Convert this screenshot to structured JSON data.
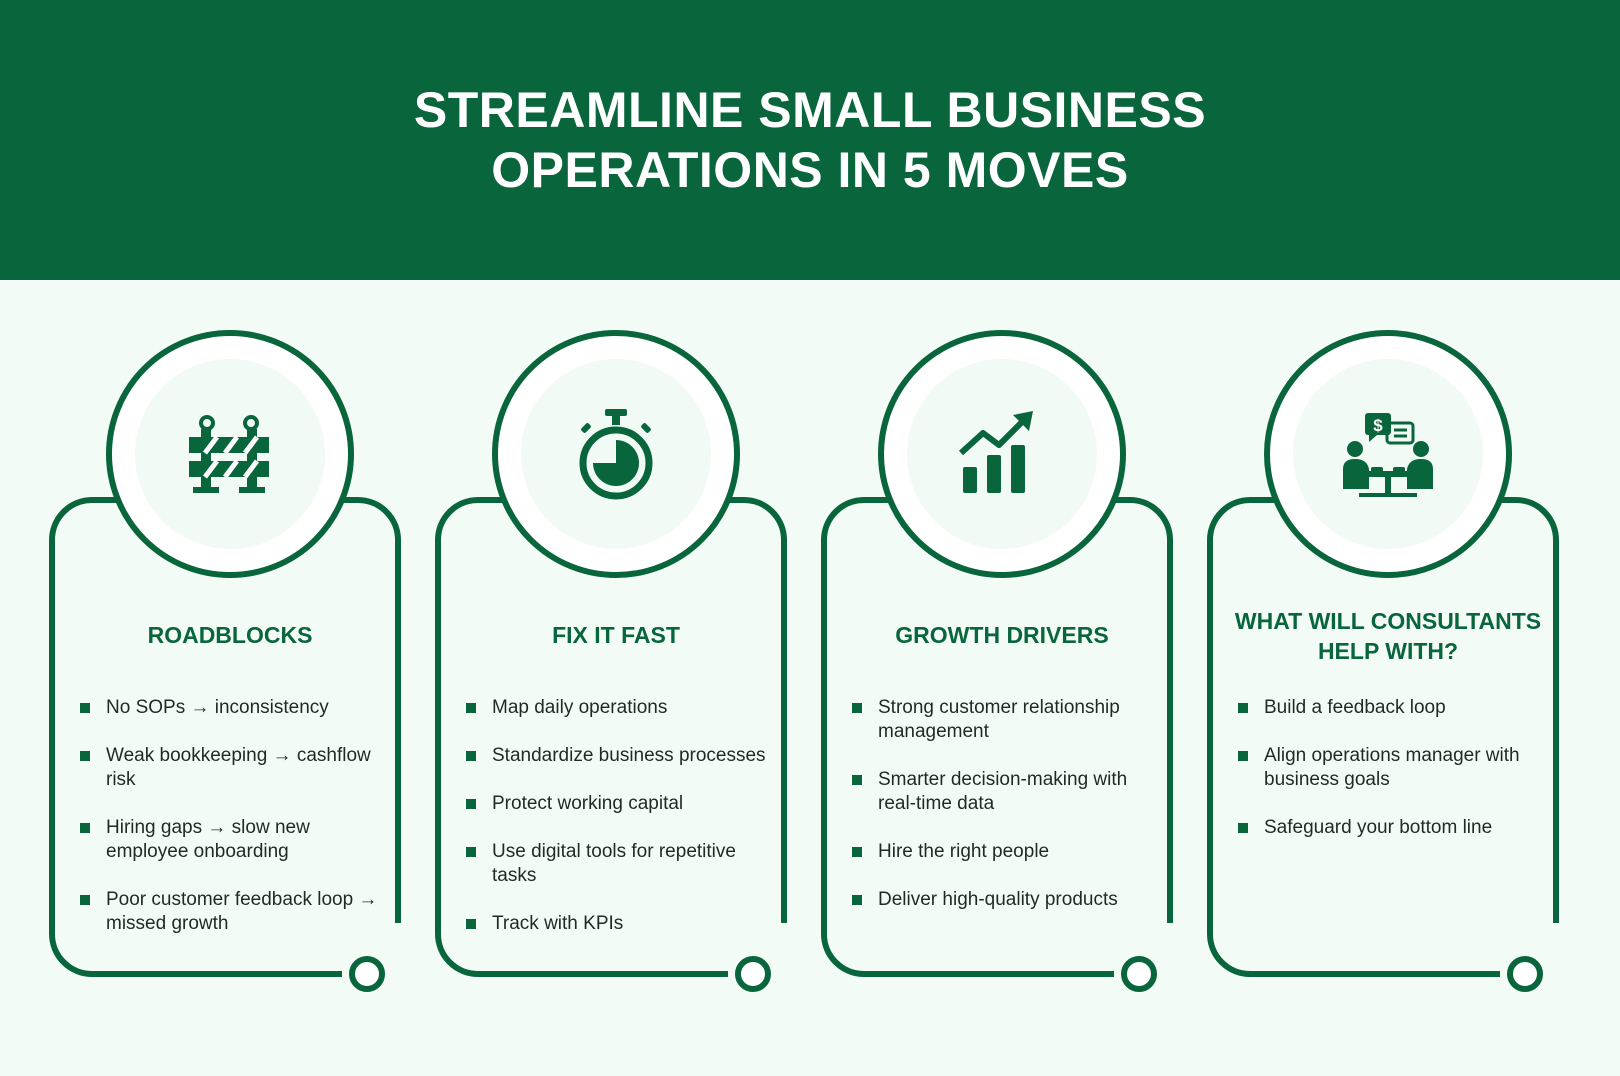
{
  "header": {
    "title": "STREAMLINE SMALL BUSINESS OPERATIONS IN 5 MOVES",
    "bg_color": "#09653b"
  },
  "colors": {
    "accent": "#09653b",
    "background": "#f3fbf7",
    "circle_inner": "#f1faf5"
  },
  "cards": [
    {
      "icon": "barrier-icon",
      "title": "ROADBLOCKS",
      "items": [
        "No SOPs → inconsistency",
        "Weak bookkeeping → cashflow risk",
        "Hiring gaps → slow new employee onboarding",
        "Poor customer feedback loop → missed growth"
      ]
    },
    {
      "icon": "stopwatch-icon",
      "title": "FIX IT FAST",
      "items": [
        "Map daily operations",
        "Standardize business processes",
        "Protect working capital",
        "Use digital tools for repetitive tasks",
        "Track with KPIs"
      ]
    },
    {
      "icon": "growth-chart-icon",
      "title": "GROWTH DRIVERS",
      "items": [
        "Strong customer relationship management",
        "Smarter decision-making with real-time data",
        "Hire the right people",
        "Deliver high-quality products"
      ]
    },
    {
      "icon": "consultation-icon",
      "title": "WHAT WILL CONSULTANTS HELP WITH?",
      "items": [
        "Build a feedback loop",
        "Align operations manager with business goals",
        "Safeguard your bottom line"
      ]
    }
  ]
}
